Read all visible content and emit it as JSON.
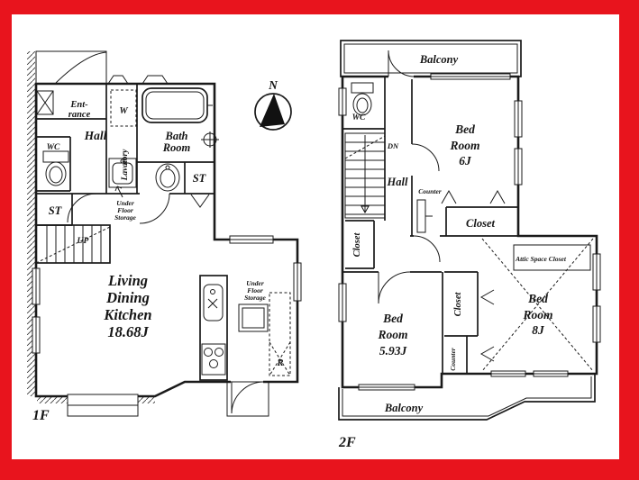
{
  "frame": {
    "border_color": "#e8141d",
    "background": "#ffffff",
    "line_color": "#1a1a1a"
  },
  "compass": {
    "north": "N"
  },
  "floor1": {
    "label": "1F",
    "entrance_line1": "Ent-",
    "entrance_line2": "rance",
    "hall": "Hall",
    "wc": "WC",
    "washer": "W",
    "lavatory": "Lavatory",
    "bath_line1": "Bath",
    "bath_line2": "Room",
    "storage_right": "ST",
    "storage_left": "ST",
    "up": "UP",
    "ufs_a_line1": "Under",
    "ufs_a_line2": "Floor",
    "ufs_a_line3": "Storage",
    "ldk_line1": "Living",
    "ldk_line2": "Dining",
    "ldk_line3": "Kitchen",
    "ldk_area": "18.68J",
    "ufs_b_line1": "Under",
    "ufs_b_line2": "Floor",
    "ufs_b_line3": "Storage",
    "fridge": "R"
  },
  "floor2": {
    "label": "2F",
    "balcony_top": "Balcony",
    "balcony_bottom": "Balcony",
    "wc": "WC",
    "down": "DN",
    "hall": "Hall",
    "counter_hall": "Counter",
    "counter_side": "Counter",
    "closet_hall": "Closet",
    "closet_bed6": "Closet",
    "closet_mid": "Closet",
    "attic": "Attic Space Closet",
    "bed6_line1": "Bed",
    "bed6_line2": "Room",
    "bed6_area": "6J",
    "bed8_line1": "Bed",
    "bed8_line2": "Room",
    "bed8_area": "8J",
    "bed5_line1": "Bed",
    "bed5_line2": "Room",
    "bed5_area": "5.93J"
  }
}
